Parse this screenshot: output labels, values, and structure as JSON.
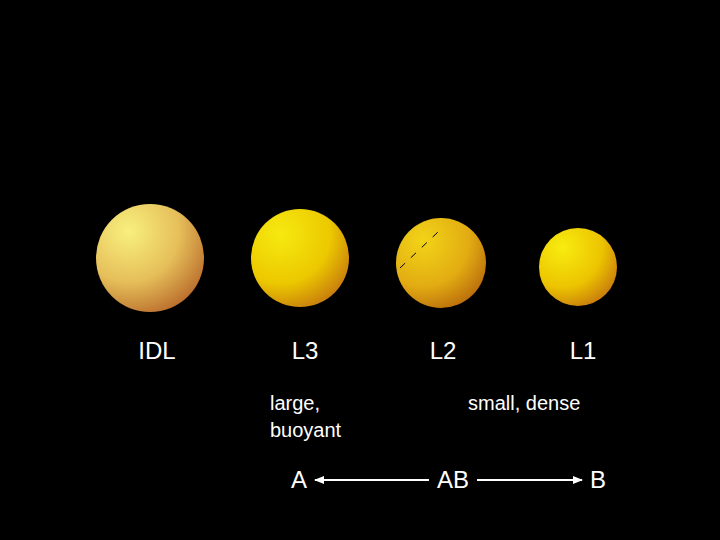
{
  "diagram": {
    "nodes": [
      {
        "text": [
          "IDL"
        ]
      },
      {
        "text": [
          "L3"
        ]
      },
      {
        "text": [
          "L2"
        ]
      },
      {
        "text": [
          "L1"
        ]
      },
      {
        "text": [
          "A"
        ]
      },
      {
        "text": [
          "AB"
        ]
      },
      {
        "text": [
          "B"
        ]
      }
    ],
    "edges": [
      {
        "from": 5,
        "to": 4,
        "arrow": "to"
      },
      {
        "from": 5,
        "to": 6,
        "arrow": "to"
      }
    ],
    "labels": [
      "large, buoyant",
      "small, dense"
    ]
  }
}
